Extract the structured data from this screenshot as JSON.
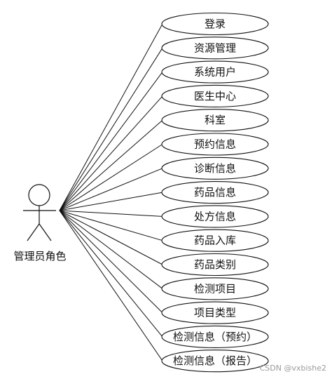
{
  "actor": {
    "name": "管理员角色"
  },
  "use_cases": [
    "登录",
    "资源管理",
    "系统用户",
    "医生中心",
    "科室",
    "预约信息",
    "诊断信息",
    "药品信息",
    "处方信息",
    "药品入库",
    "药品类别",
    "检测项目",
    "项目类型",
    "检测信息（预约）",
    "检测信息（报告）"
  ],
  "watermark": "CSDN @vxbishe2",
  "colors": {
    "background": "#ffffff",
    "stroke": "#111111",
    "watermark": "#9a9a9a"
  }
}
